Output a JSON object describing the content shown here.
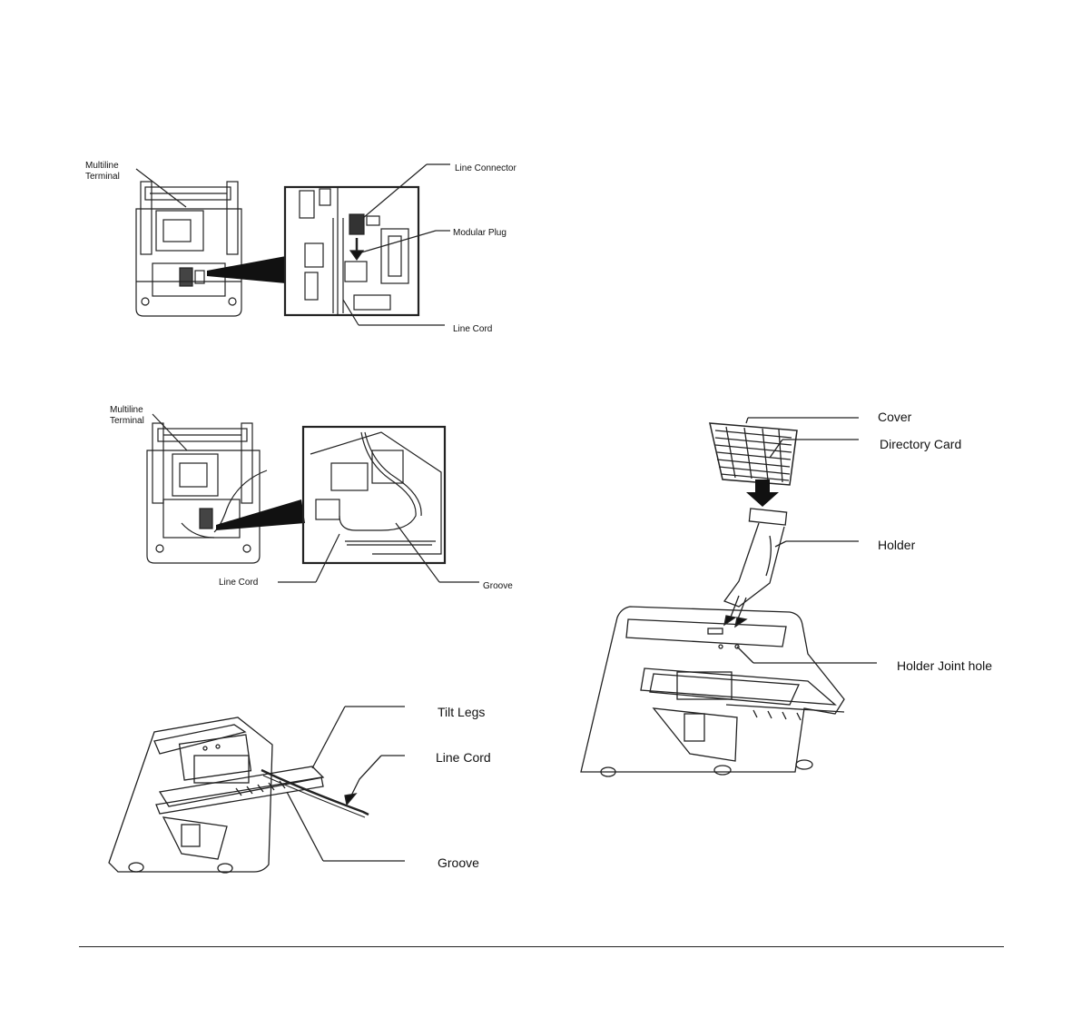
{
  "figure1": {
    "labels": {
      "terminal": "Multiline\nTerminal",
      "line_connector": "Line Connector",
      "modular_plug": "Modular Plug",
      "line_cord": "Line Cord"
    }
  },
  "figure2": {
    "labels": {
      "terminal": "Multiline\nTerminal",
      "line_cord": "Line Cord",
      "groove": "Groove"
    }
  },
  "figure3": {
    "labels": {
      "tilt_legs": "Tilt Legs",
      "line_cord": "Line Cord",
      "groove": "Groove"
    }
  },
  "figure4": {
    "labels": {
      "cover": "Cover",
      "directory_card": "Directory Card",
      "holder": "Holder",
      "holder_joint_hole": "Holder Joint hole"
    }
  }
}
